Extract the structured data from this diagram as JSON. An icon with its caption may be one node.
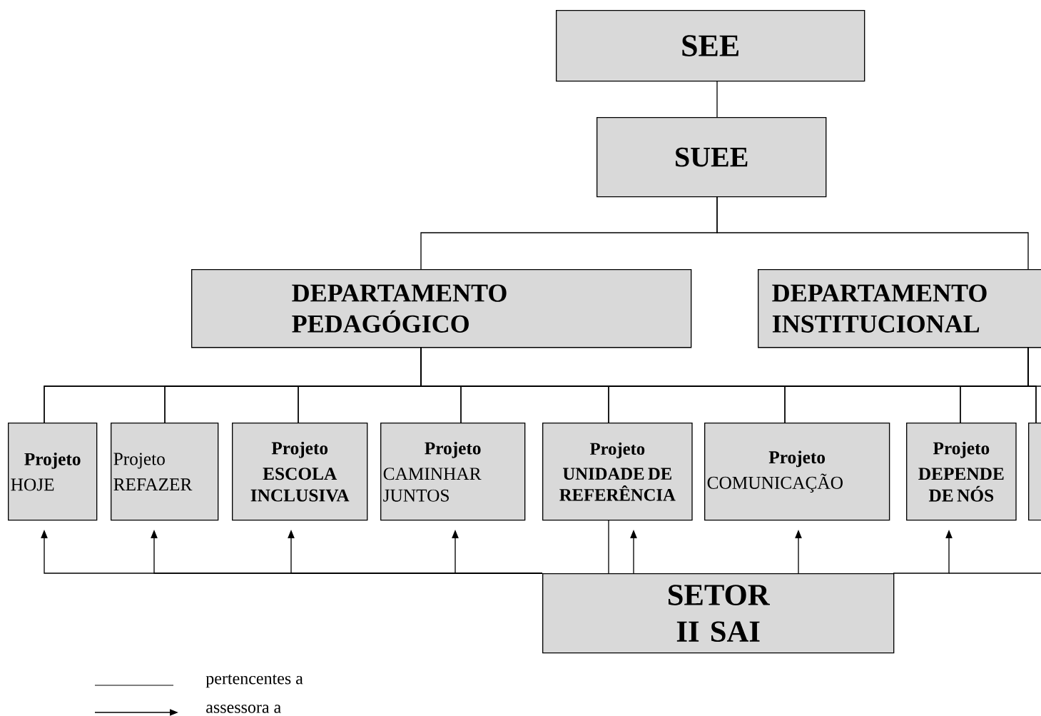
{
  "diagram": {
    "nodes": [
      {
        "text": [
          "SEE"
        ]
      },
      {
        "text": [
          "SUEE"
        ]
      },
      {
        "text": [
          "DEPARTAMENTO PEDAGÓGICO"
        ]
      },
      {
        "text": [
          "DEPARTAMENTO INSTITUCIONAL"
        ]
      },
      {
        "text": [
          "Projeto",
          "HOJE"
        ]
      },
      {
        "text": [
          "Projeto",
          "REFAZER"
        ]
      },
      {
        "text": [
          "Projeto",
          "ESCOLA INCLUSIVA"
        ]
      },
      {
        "text": [
          "Projeto",
          "CAMINHAR JUNTOS"
        ]
      },
      {
        "text": [
          "Projeto",
          "UNIDADE DE REFERÊNCIA"
        ]
      },
      {
        "text": [
          "Projeto",
          "COMUNICAÇÃO"
        ]
      },
      {
        "text": [
          "Projeto",
          "DEPENDE DE NÓS"
        ]
      },
      {
        "text": [],
        "shape": "box"
      },
      {
        "text": [
          "SETOR II SAI"
        ]
      }
    ],
    "edges": [
      {
        "from": 0,
        "to": 1,
        "arrow": "none"
      },
      {
        "from": 1,
        "to": 2,
        "arrow": "none"
      },
      {
        "from": 1,
        "to": 3,
        "arrow": "none"
      },
      {
        "from": 2,
        "to": 4,
        "arrow": "none"
      },
      {
        "from": 2,
        "to": 5,
        "arrow": "none"
      },
      {
        "from": 2,
        "to": 6,
        "arrow": "none"
      },
      {
        "from": 2,
        "to": 7,
        "arrow": "none"
      },
      {
        "from": 2,
        "to": 8,
        "arrow": "none"
      },
      {
        "from": 2,
        "to": 9,
        "arrow": "none"
      },
      {
        "from": 2,
        "to": 10,
        "arrow": "none"
      },
      {
        "from": 2,
        "to": 11,
        "arrow": "none"
      },
      {
        "from": 3,
        "to": 4,
        "arrow": "none"
      },
      {
        "from": 3,
        "to": 5,
        "arrow": "none"
      },
      {
        "from": 3,
        "to": 6,
        "arrow": "none"
      },
      {
        "from": 3,
        "to": 7,
        "arrow": "none"
      },
      {
        "from": 3,
        "to": 8,
        "arrow": "none"
      },
      {
        "from": 3,
        "to": 9,
        "arrow": "none"
      },
      {
        "from": 3,
        "to": 10,
        "arrow": "none"
      },
      {
        "from": 3,
        "to": 11,
        "arrow": "none"
      },
      {
        "from": 8,
        "to": 12,
        "arrow": "none"
      },
      {
        "from": 12,
        "to": 4,
        "arrow": "to"
      },
      {
        "from": 12,
        "to": 5,
        "arrow": "to"
      },
      {
        "from": 12,
        "to": 6,
        "arrow": "to"
      },
      {
        "from": 12,
        "to": 7,
        "arrow": "to"
      },
      {
        "from": 12,
        "to": 8,
        "arrow": "to"
      },
      {
        "from": 12,
        "to": 9,
        "arrow": "to"
      },
      {
        "from": 12,
        "to": 10,
        "arrow": "to"
      }
    ],
    "legend": [
      {
        "text": "pertencentes a"
      },
      {
        "text": "assessora a"
      }
    ]
  }
}
